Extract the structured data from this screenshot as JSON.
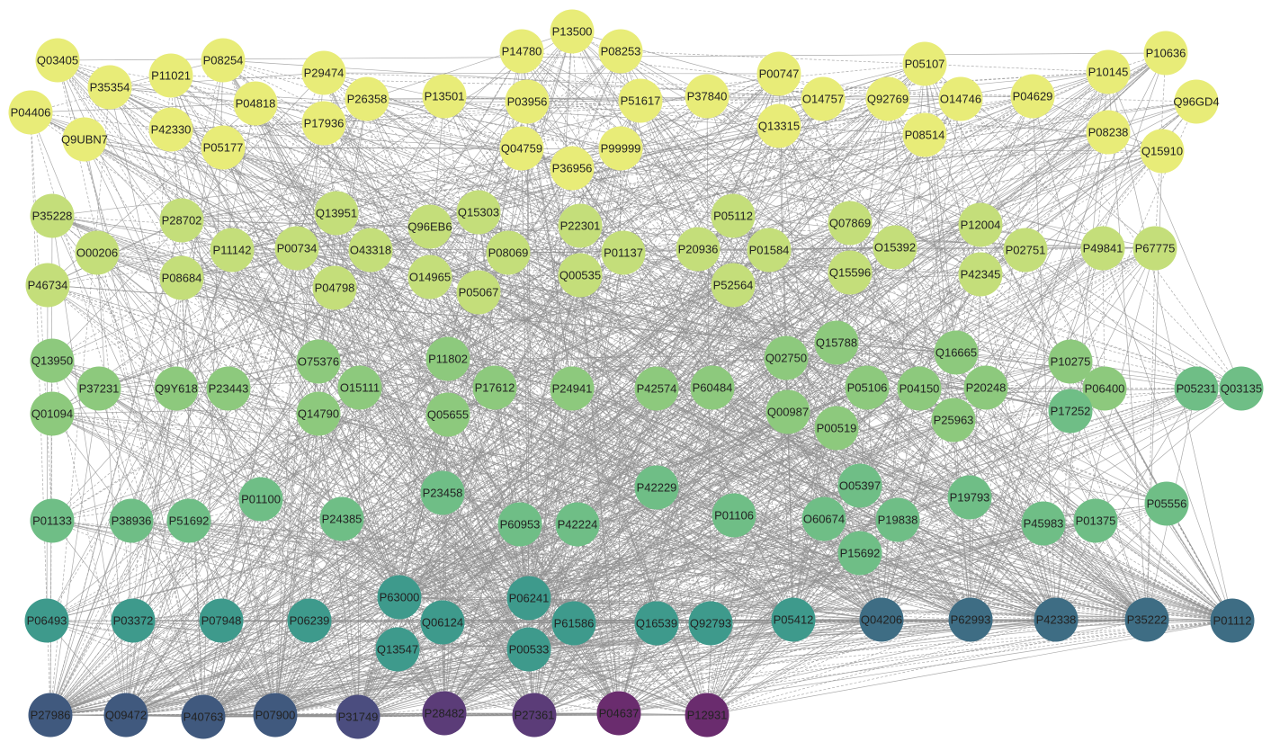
{
  "network": {
    "palette": {
      "yellow": "#e8ec78",
      "yellow_green": "#c4de7a",
      "light_green": "#8dc97d",
      "green": "#6fbe86",
      "teal": "#3e9a8c",
      "blue_teal": "#3e6d84",
      "slate_blue": "#40597e",
      "indigo": "#4b4d7f",
      "purple": "#5b3c78",
      "dark_purple": "#6a2c6e",
      "edge": "#8f8f8f"
    },
    "nodes": [
      {
        "id": "P13500",
        "color": "yellow"
      },
      {
        "id": "Q03405",
        "color": "yellow"
      },
      {
        "id": "P08254",
        "color": "yellow"
      },
      {
        "id": "P11021",
        "color": "yellow"
      },
      {
        "id": "P29474",
        "color": "yellow"
      },
      {
        "id": "P14780",
        "color": "yellow"
      },
      {
        "id": "P08253",
        "color": "yellow"
      },
      {
        "id": "P05107",
        "color": "yellow"
      },
      {
        "id": "P10636",
        "color": "yellow"
      },
      {
        "id": "P35354",
        "color": "yellow"
      },
      {
        "id": "P00747",
        "color": "yellow"
      },
      {
        "id": "P10145",
        "color": "yellow"
      },
      {
        "id": "P04406",
        "color": "yellow"
      },
      {
        "id": "P04818",
        "color": "yellow"
      },
      {
        "id": "P26358",
        "color": "yellow"
      },
      {
        "id": "P13501",
        "color": "yellow"
      },
      {
        "id": "P03956",
        "color": "yellow"
      },
      {
        "id": "P51617",
        "color": "yellow"
      },
      {
        "id": "P37840",
        "color": "yellow"
      },
      {
        "id": "O14757",
        "color": "yellow"
      },
      {
        "id": "Q92769",
        "color": "yellow"
      },
      {
        "id": "O14746",
        "color": "yellow"
      },
      {
        "id": "P04629",
        "color": "yellow"
      },
      {
        "id": "Q96GD4",
        "color": "yellow"
      },
      {
        "id": "Q9UBN7",
        "color": "yellow"
      },
      {
        "id": "P42330",
        "color": "yellow"
      },
      {
        "id": "P17936",
        "color": "yellow"
      },
      {
        "id": "Q13315",
        "color": "yellow"
      },
      {
        "id": "P08514",
        "color": "yellow"
      },
      {
        "id": "P08238",
        "color": "yellow"
      },
      {
        "id": "P05177",
        "color": "yellow"
      },
      {
        "id": "Q04759",
        "color": "yellow"
      },
      {
        "id": "P99999",
        "color": "yellow"
      },
      {
        "id": "P36956",
        "color": "yellow"
      },
      {
        "id": "Q15910",
        "color": "yellow"
      },
      {
        "id": "P35228",
        "color": "yellow_green"
      },
      {
        "id": "P28702",
        "color": "yellow_green"
      },
      {
        "id": "Q13951",
        "color": "yellow_green"
      },
      {
        "id": "Q15303",
        "color": "yellow_green"
      },
      {
        "id": "Q96EB6",
        "color": "yellow_green"
      },
      {
        "id": "P22301",
        "color": "yellow_green"
      },
      {
        "id": "P05112",
        "color": "yellow_green"
      },
      {
        "id": "Q07869",
        "color": "yellow_green"
      },
      {
        "id": "P12004",
        "color": "yellow_green"
      },
      {
        "id": "O00206",
        "color": "yellow_green"
      },
      {
        "id": "P11142",
        "color": "yellow_green"
      },
      {
        "id": "P00734",
        "color": "yellow_green"
      },
      {
        "id": "O43318",
        "color": "yellow_green"
      },
      {
        "id": "P08069",
        "color": "yellow_green"
      },
      {
        "id": "P01137",
        "color": "yellow_green"
      },
      {
        "id": "P20936",
        "color": "yellow_green"
      },
      {
        "id": "P01584",
        "color": "yellow_green"
      },
      {
        "id": "O15392",
        "color": "yellow_green"
      },
      {
        "id": "P02751",
        "color": "yellow_green"
      },
      {
        "id": "P49841",
        "color": "yellow_green"
      },
      {
        "id": "P67775",
        "color": "yellow_green"
      },
      {
        "id": "P46734",
        "color": "yellow_green"
      },
      {
        "id": "P08684",
        "color": "yellow_green"
      },
      {
        "id": "P04798",
        "color": "yellow_green"
      },
      {
        "id": "O14965",
        "color": "yellow_green"
      },
      {
        "id": "P05067",
        "color": "yellow_green"
      },
      {
        "id": "Q00535",
        "color": "yellow_green"
      },
      {
        "id": "P52564",
        "color": "yellow_green"
      },
      {
        "id": "Q15596",
        "color": "yellow_green"
      },
      {
        "id": "P42345",
        "color": "yellow_green"
      },
      {
        "id": "Q13950",
        "color": "light_green"
      },
      {
        "id": "O75376",
        "color": "light_green"
      },
      {
        "id": "P11802",
        "color": "light_green"
      },
      {
        "id": "Q15788",
        "color": "light_green"
      },
      {
        "id": "Q02750",
        "color": "light_green"
      },
      {
        "id": "Q16665",
        "color": "light_green"
      },
      {
        "id": "P10275",
        "color": "light_green"
      },
      {
        "id": "P37231",
        "color": "light_green"
      },
      {
        "id": "Q9Y618",
        "color": "light_green"
      },
      {
        "id": "P23443",
        "color": "light_green"
      },
      {
        "id": "O15111",
        "color": "light_green"
      },
      {
        "id": "P17612",
        "color": "light_green"
      },
      {
        "id": "P24941",
        "color": "light_green"
      },
      {
        "id": "P42574",
        "color": "light_green"
      },
      {
        "id": "P60484",
        "color": "light_green"
      },
      {
        "id": "P05106",
        "color": "light_green"
      },
      {
        "id": "P04150",
        "color": "light_green"
      },
      {
        "id": "P20248",
        "color": "light_green"
      },
      {
        "id": "P06400",
        "color": "light_green"
      },
      {
        "id": "P05231",
        "color": "green"
      },
      {
        "id": "Q03135",
        "color": "green"
      },
      {
        "id": "Q01094",
        "color": "light_green"
      },
      {
        "id": "Q14790",
        "color": "light_green"
      },
      {
        "id": "Q05655",
        "color": "light_green"
      },
      {
        "id": "Q00987",
        "color": "light_green"
      },
      {
        "id": "P00519",
        "color": "light_green"
      },
      {
        "id": "P25963",
        "color": "light_green"
      },
      {
        "id": "P17252",
        "color": "green"
      },
      {
        "id": "P01100",
        "color": "green"
      },
      {
        "id": "P23458",
        "color": "green"
      },
      {
        "id": "P42229",
        "color": "green"
      },
      {
        "id": "O05397",
        "color": "green"
      },
      {
        "id": "P19793",
        "color": "green"
      },
      {
        "id": "P01133",
        "color": "green"
      },
      {
        "id": "P38936",
        "color": "green"
      },
      {
        "id": "P51692",
        "color": "green"
      },
      {
        "id": "P24385",
        "color": "green"
      },
      {
        "id": "P60953",
        "color": "green"
      },
      {
        "id": "P42224",
        "color": "green"
      },
      {
        "id": "P01106",
        "color": "green"
      },
      {
        "id": "O60674",
        "color": "green"
      },
      {
        "id": "P19838",
        "color": "green"
      },
      {
        "id": "P45983",
        "color": "green"
      },
      {
        "id": "P01375",
        "color": "green"
      },
      {
        "id": "P05556",
        "color": "green"
      },
      {
        "id": "P15692",
        "color": "green"
      },
      {
        "id": "P63000",
        "color": "teal"
      },
      {
        "id": "P06241",
        "color": "teal"
      },
      {
        "id": "P06493",
        "color": "teal"
      },
      {
        "id": "P03372",
        "color": "teal"
      },
      {
        "id": "P07948",
        "color": "teal"
      },
      {
        "id": "P06239",
        "color": "teal"
      },
      {
        "id": "Q06124",
        "color": "teal"
      },
      {
        "id": "P61586",
        "color": "teal"
      },
      {
        "id": "Q16539",
        "color": "teal"
      },
      {
        "id": "Q92793",
        "color": "teal"
      },
      {
        "id": "P05412",
        "color": "teal"
      },
      {
        "id": "Q04206",
        "color": "blue_teal"
      },
      {
        "id": "P62993",
        "color": "blue_teal"
      },
      {
        "id": "P42338",
        "color": "blue_teal"
      },
      {
        "id": "P35222",
        "color": "blue_teal"
      },
      {
        "id": "P01112",
        "color": "blue_teal"
      },
      {
        "id": "Q13547",
        "color": "teal"
      },
      {
        "id": "P00533",
        "color": "teal"
      },
      {
        "id": "P27986",
        "color": "slate_blue"
      },
      {
        "id": "Q09472",
        "color": "slate_blue"
      },
      {
        "id": "P40763",
        "color": "slate_blue"
      },
      {
        "id": "P07900",
        "color": "slate_blue"
      },
      {
        "id": "P31749",
        "color": "indigo"
      },
      {
        "id": "P28482",
        "color": "purple"
      },
      {
        "id": "P27361",
        "color": "purple"
      },
      {
        "id": "P04637",
        "color": "dark_purple"
      },
      {
        "id": "P12931",
        "color": "dark_purple"
      }
    ]
  }
}
